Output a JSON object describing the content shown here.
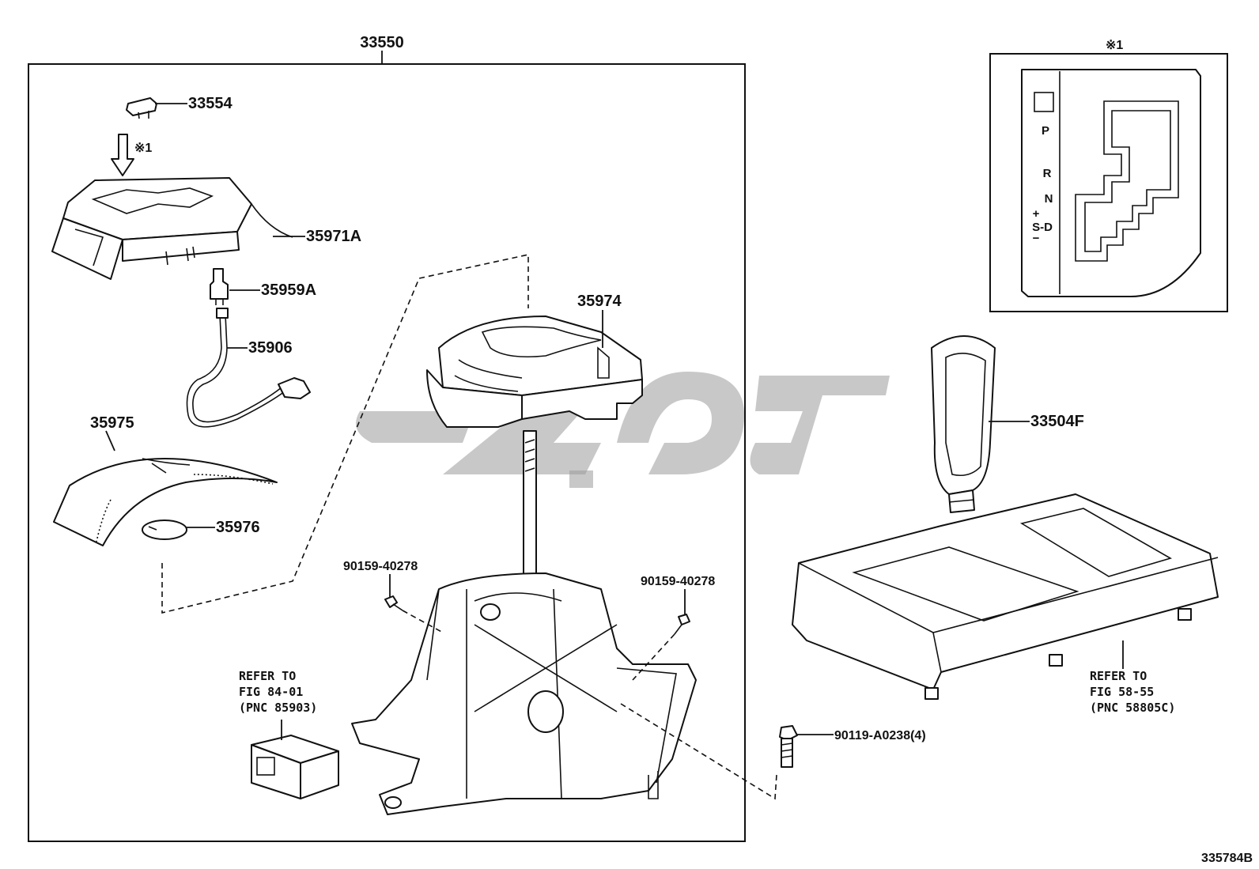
{
  "diagram": {
    "assembly_label": "33550",
    "figure_id": "335784B",
    "parts": [
      {
        "id": "33554"
      },
      {
        "id": "35971A"
      },
      {
        "id": "35959A"
      },
      {
        "id": "35906"
      },
      {
        "id": "35975"
      },
      {
        "id": "35976"
      },
      {
        "id": "35974"
      },
      {
        "id": "33504F"
      },
      {
        "id": "90159-40278"
      },
      {
        "id": "90119-A0238(4)"
      }
    ],
    "note_marker": "※1",
    "refs": [
      {
        "line1": "REFER TO",
        "line2": "FIG 84-01",
        "line3": "(PNC 85903)"
      },
      {
        "line1": "REFER TO",
        "line2": "FIG 58-55",
        "line3": "(PNC 58805C)"
      }
    ],
    "gate_labels": {
      "p": "P",
      "r": "R",
      "n": "N",
      "plus": "+",
      "sd": "S-D",
      "minus": "−"
    }
  }
}
